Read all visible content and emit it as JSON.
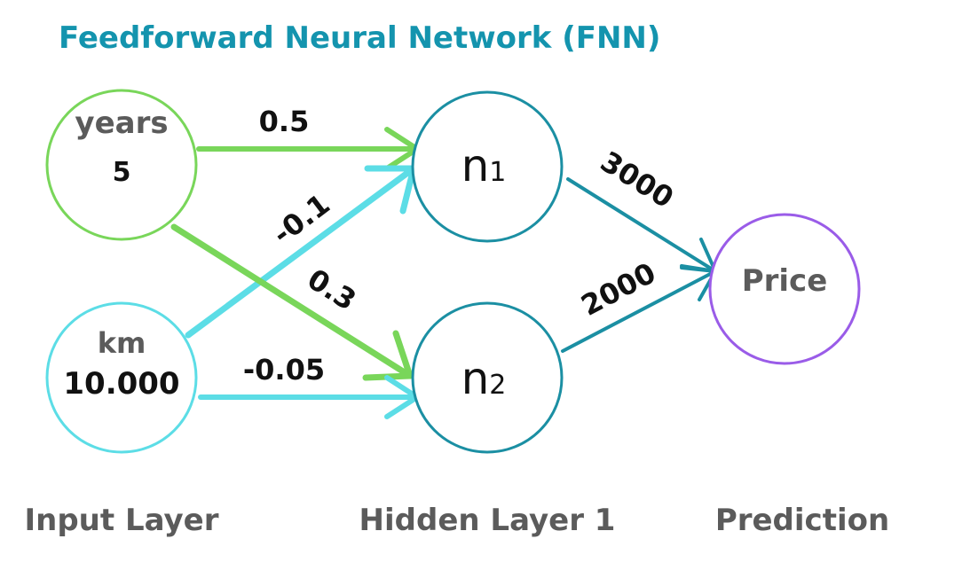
{
  "title": "Feedforward Neural Network (FNN)",
  "colors": {
    "title": "#1494ae",
    "input_years": "#79d65a",
    "input_km": "#5cdde6",
    "hidden": "#1b8fa3",
    "output": "#9a5ce8",
    "label_gray": "#5b5b5b",
    "text_dark": "#111111"
  },
  "nodes": {
    "years": {
      "name": "years",
      "value": "5"
    },
    "km": {
      "name": "km",
      "value": "10.000"
    },
    "n1": {
      "label": "n",
      "sub": "1"
    },
    "n2": {
      "label": "n",
      "sub": "2"
    },
    "price": {
      "label": "Price"
    }
  },
  "weights": {
    "years_n1": "0.5",
    "km_n1": "-0.1",
    "years_n2": "0.3",
    "km_n2": "-0.05",
    "n1_price": "3000",
    "n2_price": "2000"
  },
  "layers": {
    "input": "Input Layer",
    "hidden": "Hidden Layer 1",
    "output": "Prediction"
  }
}
